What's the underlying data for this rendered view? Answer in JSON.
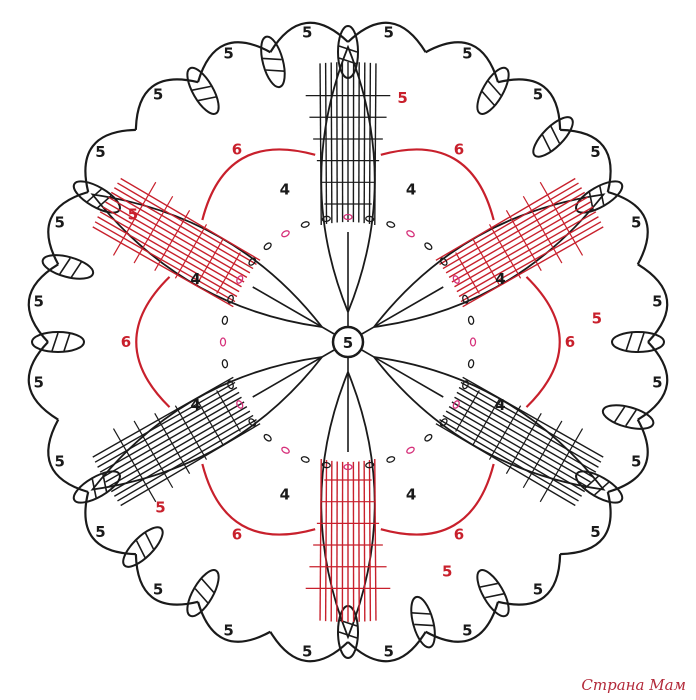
{
  "diagram": {
    "type": "crochet-motif-chart",
    "colors": {
      "black": "#1a1a1a",
      "red": "#c8202c",
      "pink": "#d6307a",
      "paper": "#ffffff"
    },
    "center_label": "5",
    "petal_labels": [
      "5",
      "5",
      "5",
      "5",
      "5",
      "5",
      "5",
      "5",
      "5",
      "5",
      "5",
      "5",
      "5",
      "5",
      "5",
      "5",
      "5",
      "5",
      "5",
      "5",
      "5",
      "5",
      "5",
      "5"
    ],
    "red_labels": [
      "6",
      "6",
      "6",
      "6",
      "6",
      "6"
    ],
    "inner_labels": [
      "4",
      "4",
      "4",
      "4",
      "4",
      "4",
      "4",
      "4"
    ],
    "big_petal_labels": [
      "5",
      "5",
      "5",
      "5",
      "5"
    ]
  },
  "watermark": "Страна Мам"
}
